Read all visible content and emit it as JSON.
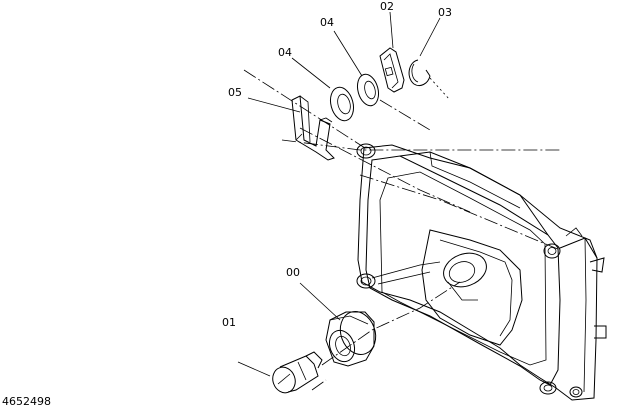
{
  "callouts": {
    "c01": "01",
    "c00": "00",
    "c05": "05",
    "c04a": "04",
    "c04b": "04",
    "c02": "02",
    "c03": "03"
  },
  "drawing_number": "4652498",
  "colors": {
    "ink": "#000000",
    "background": "#ffffff"
  }
}
